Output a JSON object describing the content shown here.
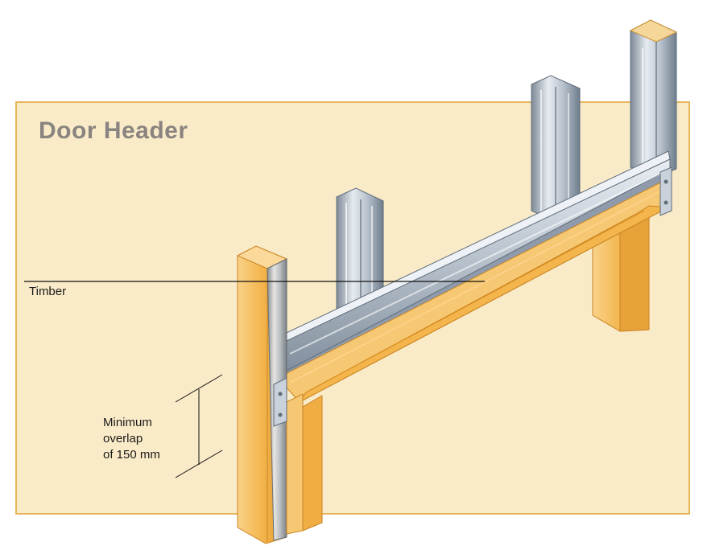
{
  "title": "Door Header",
  "labels": {
    "timber": "Timber",
    "overlap_line1": "Minimum",
    "overlap_line2": "overlap",
    "overlap_line3": "of 150 mm"
  },
  "colors": {
    "panel_fill": "#faebc8",
    "panel_border": "#e8b45a",
    "timber_light": "#f7c66a",
    "timber_mid": "#f0b040",
    "timber_dark": "#d98d22",
    "steel_light": "#dfe5ec",
    "steel_mid": "#aab5c2",
    "steel_dark": "#6f7d8c"
  }
}
